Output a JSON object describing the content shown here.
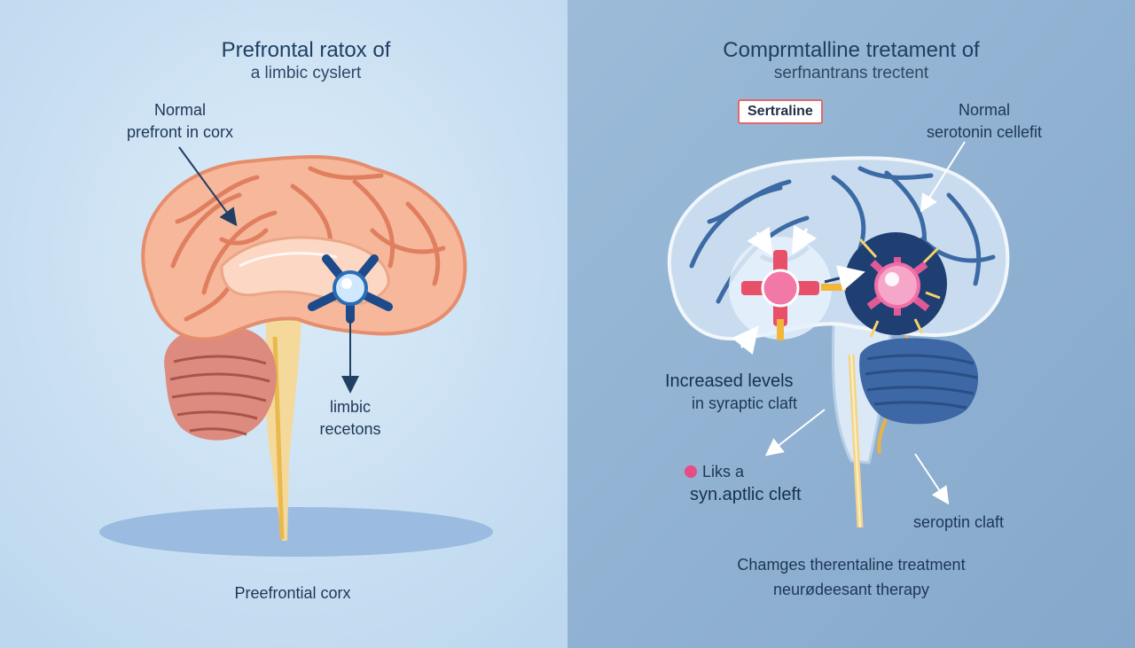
{
  "left": {
    "title_line1": "Prefrontal ratox of",
    "title_line2": "a limbic cyslert",
    "callout_normal_line1": "Normal",
    "callout_normal_line2": "prefront in corx",
    "callout_limbic_line1": "limbic",
    "callout_limbic_line2": "recetons",
    "caption": "Preefrontial corx"
  },
  "right": {
    "title_line1": "Comprmtalline tretament of",
    "title_line2": "serfnantrans trectent",
    "badge": "Sertraline",
    "callout_normal_line1": "Normal",
    "callout_normal_line2": "serotonin cellefit",
    "callout_increased_line1": "Increased levels",
    "callout_increased_line2": "in syraptic claft",
    "callout_liks_line1": "Liks a",
    "callout_liks_line2": "syn.aptlic cleft",
    "callout_seroptin": "seroptin claft",
    "caption_line1": "Chamges therentaline treatment",
    "caption_line2": "neurødeesant therapy"
  },
  "colors": {
    "left_bg": "#cfe3f3",
    "right_bg": "#8fb0d1",
    "brain_left": "#f6b79b",
    "brain_right": "#c9dcef",
    "accent_pink": "#e64c86",
    "accent_navy": "#1e3f73"
  }
}
